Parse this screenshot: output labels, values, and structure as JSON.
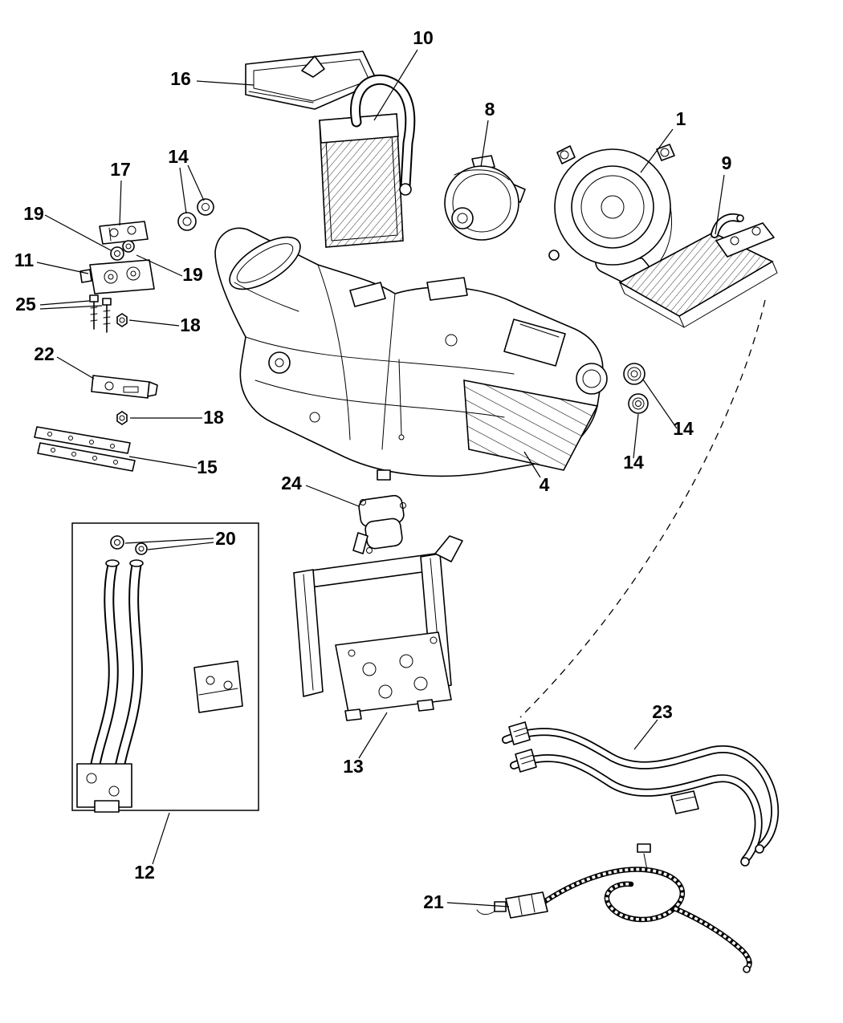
{
  "colors": {
    "background": "#ffffff",
    "ink": "#000000"
  },
  "callouts": [
    {
      "id": "blower-housing",
      "label": "1"
    },
    {
      "id": "lower-housing",
      "label": "4"
    },
    {
      "id": "blower-motor",
      "label": "8"
    },
    {
      "id": "evaporator-core",
      "label": "9"
    },
    {
      "id": "heater-core",
      "label": "10"
    },
    {
      "id": "valve-block",
      "label": "11"
    },
    {
      "id": "tube-assembly",
      "label": "12"
    },
    {
      "id": "mounting-bracket",
      "label": "13"
    },
    {
      "id": "grommet-top",
      "label": "14"
    },
    {
      "id": "grommet-right-upper",
      "label": "14"
    },
    {
      "id": "grommet-right-lower",
      "label": "14"
    },
    {
      "id": "support-rail",
      "label": "15"
    },
    {
      "id": "cover",
      "label": "16"
    },
    {
      "id": "small-bracket",
      "label": "17"
    },
    {
      "id": "nut-upper",
      "label": "18"
    },
    {
      "id": "nut-lower",
      "label": "18"
    },
    {
      "id": "washer-left",
      "label": "19"
    },
    {
      "id": "washer-right",
      "label": "19"
    },
    {
      "id": "o-rings",
      "label": "20"
    },
    {
      "id": "wiring-harness",
      "label": "21"
    },
    {
      "id": "bracket-22",
      "label": "22"
    },
    {
      "id": "heater-hoses",
      "label": "23"
    },
    {
      "id": "actuator",
      "label": "24"
    },
    {
      "id": "bolts",
      "label": "25"
    }
  ]
}
